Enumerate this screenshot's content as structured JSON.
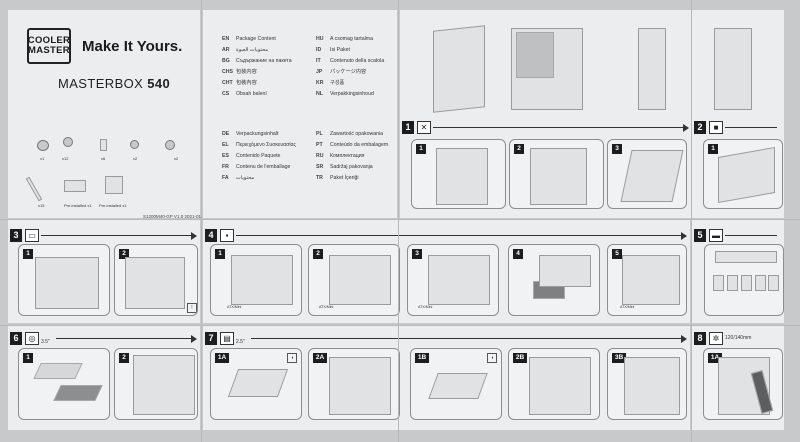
{
  "brand": {
    "logo_line1": "COOLER",
    "logo_line2": "MASTER",
    "tagline": "Make It Yours.",
    "model_name": "MASTERBOX",
    "model_number": "540"
  },
  "languages_left": [
    {
      "code": "EN",
      "text": "Package Content"
    },
    {
      "code": "AR",
      "text": "محتويات العبوة"
    },
    {
      "code": "BG",
      "text": "Съдържание на пакета"
    },
    {
      "code": "CHS",
      "text": "包装内容"
    },
    {
      "code": "CHT",
      "text": "包裝內容"
    },
    {
      "code": "CS",
      "text": "Obsah balení"
    },
    {
      "code": "DE",
      "text": "Verpackungsinhalt"
    },
    {
      "code": "EL",
      "text": "Περιεχόμενο Συσκευασίας"
    },
    {
      "code": "ES",
      "text": "Contenido Paquete"
    },
    {
      "code": "FR",
      "text": "Contenu de l'emballage"
    },
    {
      "code": "FA",
      "text": "محتويات"
    }
  ],
  "languages_right": [
    {
      "code": "HU",
      "text": "A csomag tartalma"
    },
    {
      "code": "ID",
      "text": "Isi Paket"
    },
    {
      "code": "IT",
      "text": "Contenuto della scatola"
    },
    {
      "code": "JP",
      "text": "パッケージ内容"
    },
    {
      "code": "KR",
      "text": "구성품"
    },
    {
      "code": "NL",
      "text": "Verpakkingsinhoud"
    },
    {
      "code": "PL",
      "text": "Zawartość opakowania"
    },
    {
      "code": "PT",
      "text": "Conteúdo da embalagem"
    },
    {
      "code": "RU",
      "text": "Комплектация"
    },
    {
      "code": "SR",
      "text": "Sadržaj pakovanja"
    },
    {
      "code": "TR",
      "text": "Paket İçeriği"
    }
  ],
  "doc_id": "S1200M40-GP V1.0 2021-01",
  "parts": [
    {
      "label": "x1"
    },
    {
      "label": "x12"
    },
    {
      "label": "x6"
    },
    {
      "label": "x2"
    },
    {
      "label": "x2"
    },
    {
      "label": "x15"
    },
    {
      "label": "Pre-installed x1"
    },
    {
      "label": "Pre-installed x1"
    }
  ],
  "steps": {
    "s1": {
      "num": "1",
      "subs": [
        "1",
        "2",
        "3"
      ]
    },
    "s2": {
      "num": "2",
      "subs": [
        "1"
      ]
    },
    "s3": {
      "num": "3",
      "subs": [
        "1",
        "2"
      ]
    },
    "s4": {
      "num": "4",
      "subs": [
        "1",
        "2",
        "3",
        "4",
        "5"
      ],
      "captions": [
        "ATX/Mini",
        "ATX/Mini",
        "ATX/Mini",
        "",
        "ATX/Mini"
      ]
    },
    "s5": {
      "num": "5"
    },
    "s6": {
      "num": "6",
      "note": "3.5\"",
      "subs": [
        "1",
        "2"
      ]
    },
    "s7": {
      "num": "7",
      "note": "2.5\"",
      "subs": [
        "1A",
        "2A",
        "1B",
        "2B",
        "3B"
      ]
    },
    "s8": {
      "num": "8",
      "note": "120/140mm",
      "subs": [
        "1A"
      ]
    }
  }
}
